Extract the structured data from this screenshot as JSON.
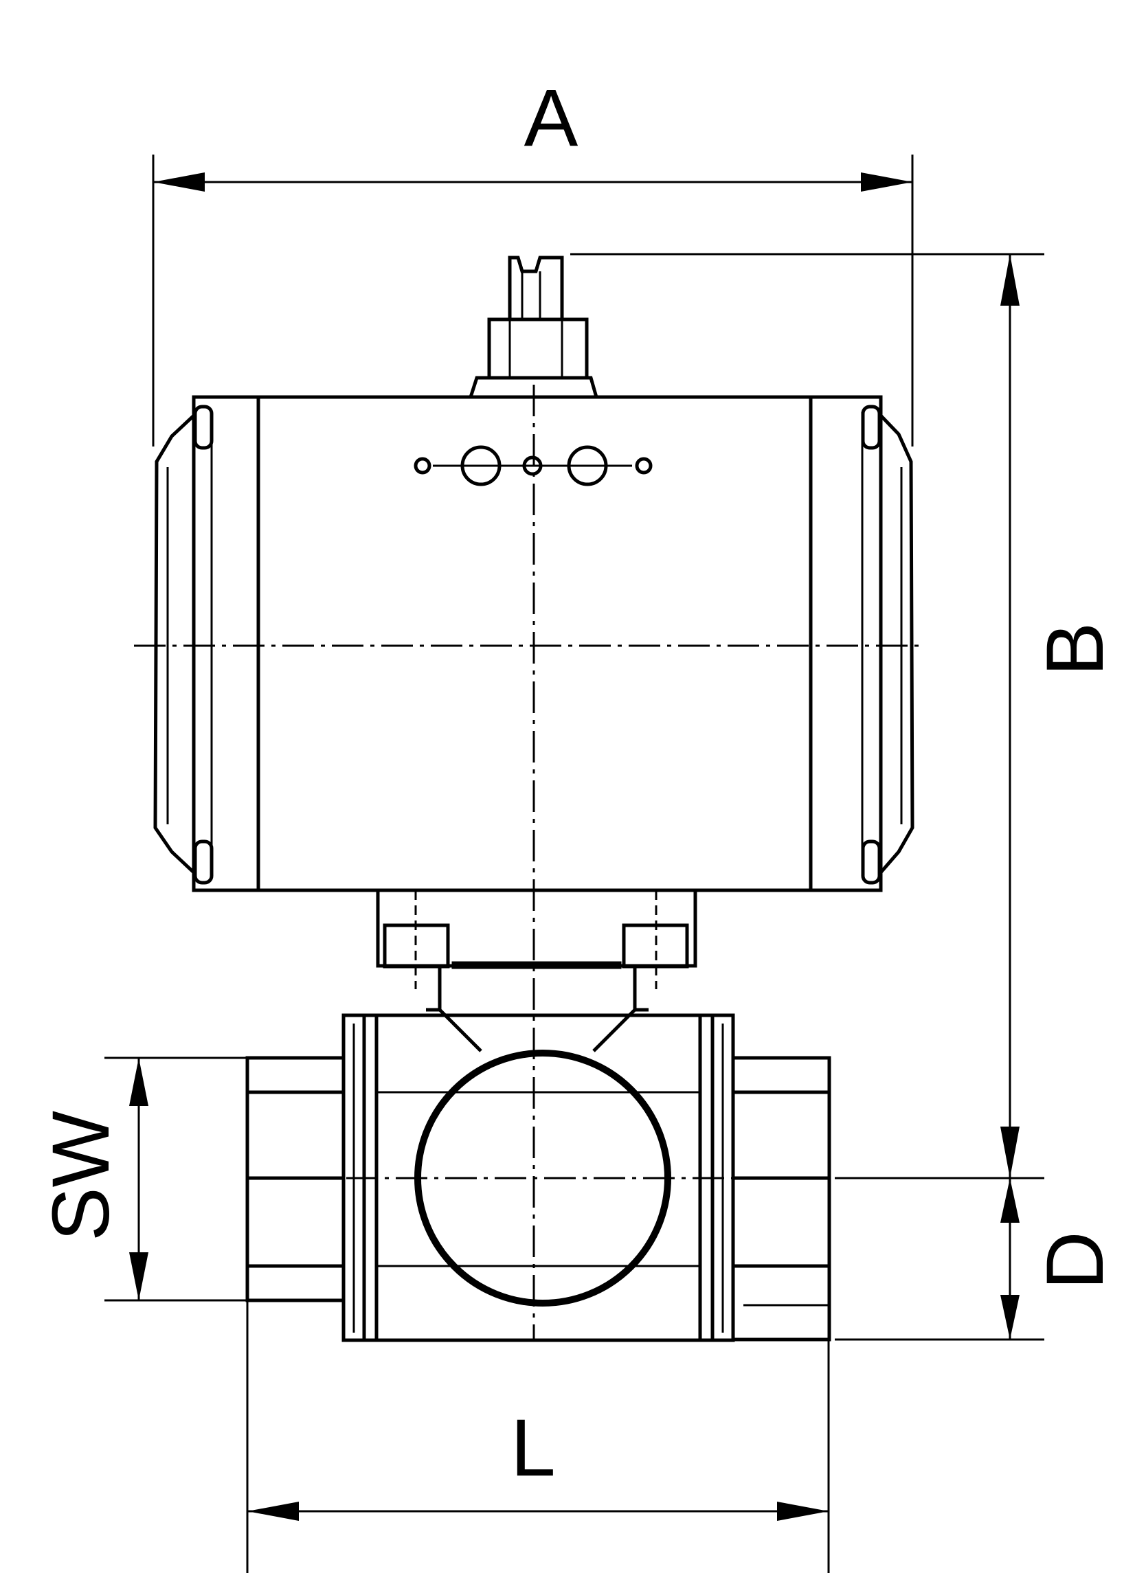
{
  "dimensions": {
    "A": "A",
    "B": "B",
    "D": "D",
    "L": "L",
    "SW": "SW"
  }
}
